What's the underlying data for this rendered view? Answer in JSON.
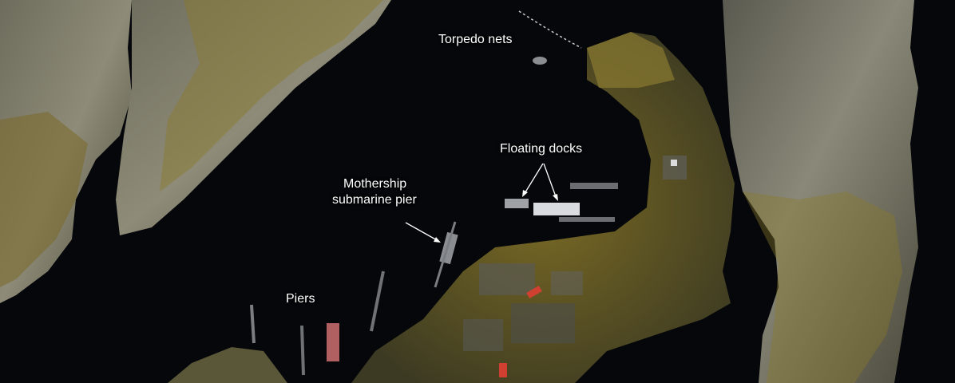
{
  "annotations": {
    "torpedo_nets": "Torpedo nets",
    "floating_docks": "Floating docks",
    "mothership_line1": "Mothership",
    "mothership_line2": "submarine pier",
    "piers": "Piers"
  },
  "colors": {
    "water": "#05070a",
    "rock_light": "#8c8a7c",
    "rock_mid": "#5e5c4e",
    "rock_dark": "#3a3a30",
    "vegetation": "#8a7a2a",
    "label_text": "#ffffff"
  }
}
